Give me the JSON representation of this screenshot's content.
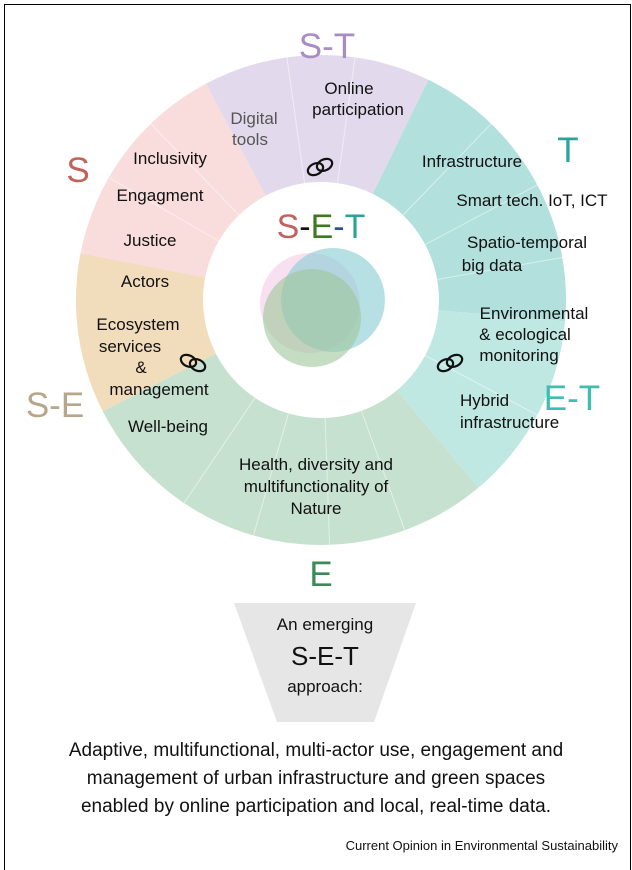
{
  "colors": {
    "social": "#f9dcdc",
    "social_label": "#c0635c",
    "socio_tech": "#e3d9ec",
    "socio_tech_label": "#a88cc4",
    "tech": "#b2e0dc",
    "tech_label": "#2ba39a",
    "eco_tech": "#bfe8e3",
    "eco_tech_label": "#3fbdb1",
    "eco": "#c6e1cf",
    "eco_label": "#3b8a55",
    "socio_eco": "#f1dcbc",
    "socio_eco_label": "#b8a68a",
    "funnel": "#e6e6e6",
    "venn_pink": "#f3c6e6",
    "venn_blue": "#8fcfd6",
    "venn_green": "#9ec79a"
  },
  "sector_labels": {
    "social": "S",
    "socio_tech": "S-T",
    "tech": "T",
    "eco_tech": "E-T",
    "eco": "E",
    "socio_eco": "S-E"
  },
  "center_title": {
    "s": "S",
    "dash1": "-",
    "e": "E",
    "dash2": "-",
    "t": "T"
  },
  "social_items": {
    "a": "Inclusivity",
    "b": "Engagment",
    "c": "Justice",
    "d": "Actors"
  },
  "socio_tech_items": {
    "digital_1": "Digital",
    "digital_2": "tools",
    "online_1": "Online",
    "online_2": "participation"
  },
  "tech_items": {
    "a": "Infrastructure",
    "b": "Smart tech. IoT, ICT",
    "c1": "Spatio-temporal",
    "c2": "big data"
  },
  "eco_tech_items": {
    "a1": "Environmental",
    "a2": "& ecological",
    "a3": "monitoring",
    "b1": "Hybrid",
    "b2": "infrastructure"
  },
  "eco_items": {
    "l1": "Health, diversity and",
    "l2": "multifunctionality of",
    "l3": "Nature"
  },
  "socio_eco_items": {
    "a1": "Ecosystem",
    "a2": "services",
    "a3": "&",
    "a4": "management",
    "b": "Well-being"
  },
  "icons": [
    "link-icon",
    "link-icon",
    "link-icon"
  ],
  "funnel": {
    "line1": "An emerging",
    "line2": "S-E-T",
    "line3": "approach:"
  },
  "summary": {
    "line1": "Adaptive, multifunctional, multi-actor use, engagement and",
    "line2": "management  of urban infrastructure and green spaces",
    "line3": "enabled by online participation and local, real-time data."
  },
  "credit": "Current Opinion in Environmental Sustainability"
}
